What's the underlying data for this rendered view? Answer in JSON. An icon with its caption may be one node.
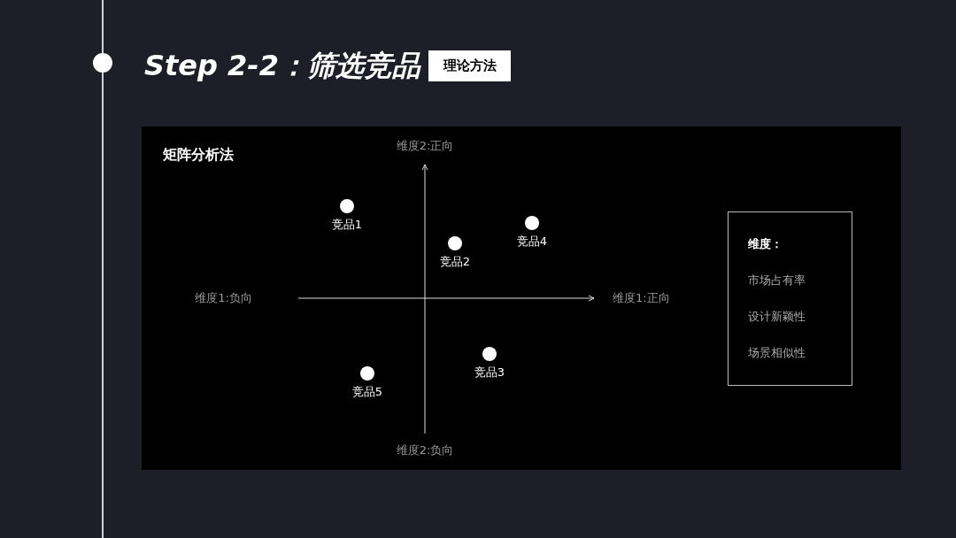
{
  "diagram": {
    "title": "Step 2-2：筛选竞品",
    "nodes": [
      {
        "text": [
          "理论方法"
        ]
      },
      {
        "text": [
          "矩阵分析法"
        ]
      },
      {
        "text": [],
        "shape": "circle",
        "beside": [
          "竞品1"
        ],
        "in": 1
      },
      {
        "text": [],
        "shape": "circle",
        "beside": [
          "竞品2"
        ],
        "in": 1
      },
      {
        "text": [],
        "shape": "circle",
        "beside": [
          "竞品3"
        ],
        "in": 1
      },
      {
        "text": [],
        "shape": "circle",
        "beside": [
          "竞品4"
        ],
        "in": 1
      },
      {
        "text": [],
        "shape": "circle",
        "beside": [
          "竞品5"
        ],
        "in": 1
      },
      {
        "text": [
          "维度：",
          "市场占有率",
          "设计新颖性",
          "场景相似性"
        ],
        "in": 1
      }
    ],
    "labels": [
      "维度2:正向",
      "维度1:负向",
      "维度1:正向",
      "维度2:负向"
    ]
  }
}
